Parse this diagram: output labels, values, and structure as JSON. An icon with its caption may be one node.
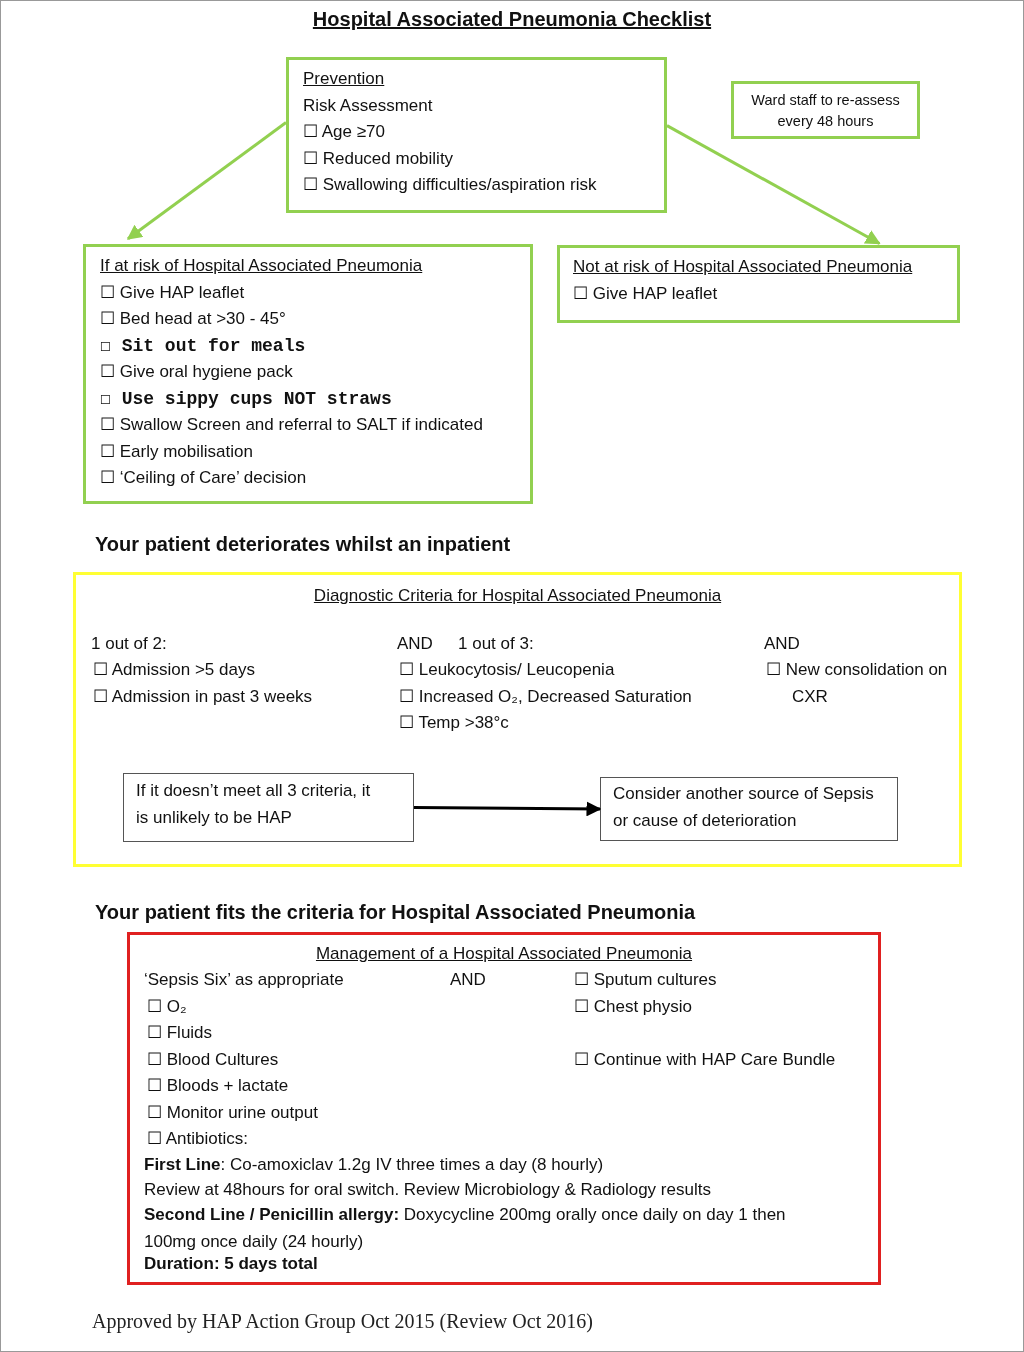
{
  "diagram": {
    "title": "Hospital Associated Pneumonia Checklist",
    "caption": "Approved by HAP Action Group Oct 2015 (Review Oct 2016)",
    "nodes": [
      {
        "text": [
          "Prevention",
          "Risk Assessment",
          "☐ Age ≥70",
          "☐ Reduced mobility",
          "☐ Swallowing difficulties/aspiration risk"
        ]
      },
      {
        "text": [
          "Ward staff to re-assess every 48 hours"
        ]
      },
      {
        "text": [
          "If at risk of Hospital Associated Pneumonia",
          "☐ Give HAP leaflet",
          "☐ Bed head at >30 - 45°",
          "☐ Sit out for meals",
          "☐ Give oral hygiene pack",
          "☐ Use sippy cups NOT straws",
          "☐ Swallow Screen and referral to SALT if indicated",
          "☐ Early mobilisation",
          "☐ ‘Ceiling of Care’ decision"
        ]
      },
      {
        "text": [
          "Not at risk of Hospital Associated Pneumonia",
          "☐ Give HAP leaflet"
        ]
      },
      {
        "text": [
          "Your patient deteriorates whilst an inpatient",
          "Diagnostic Criteria for Hospital Associated Pneumonia",
          "1 out of 2:",
          "☐ Admission >5 days",
          "☐ Admission in past 3 weeks",
          "AND",
          "1 out of 3:",
          "☐ Leukocytosis/ Leucopenia",
          "☐ Increased O₂, Decreased Saturation",
          "☐ Temp >38°c",
          "AND",
          "☐ New consolidation on CXR"
        ]
      },
      {
        "text": [
          "If it doesn’t meet all 3 criteria, it is unlikely to be HAP"
        ],
        "in": 4
      },
      {
        "text": [
          "Consider another source of Sepsis or cause of deterioration"
        ],
        "in": 4
      },
      {
        "text": [
          "Your patient fits the criteria for Hospital Associated Pneumonia",
          "Management of a Hospital Associated Pneumonia",
          "‘Sepsis Six’ as appropriate",
          "AND",
          "☐ Sputum cultures",
          "☐ O₂",
          "☐ Chest physio",
          "☐ Fluids",
          "☐ Blood Cultures",
          "☐ Continue with HAP Care Bundle",
          "☐ Bloods + lactate",
          "☐ Monitor urine output",
          "☐ Antibiotics:",
          "**First Line**: Co-amoxiclav 1.2g IV three times a day (8 hourly)",
          "Review at 48hours for oral switch. Review Microbiology & Radiology results",
          "**Second Line / Penicillin allergy:** Doxycycline 200mg orally once daily on day 1 then 100mg once daily (24 hourly)",
          "Duration: 5 days total"
        ]
      }
    ],
    "edges": [
      {
        "from": 0,
        "to": 2,
        "arrow": "to"
      },
      {
        "from": 0,
        "to": 3,
        "arrow": "to"
      },
      {
        "from": 5,
        "to": 6,
        "arrow": "to",
        "color": "#000000"
      }
    ]
  }
}
